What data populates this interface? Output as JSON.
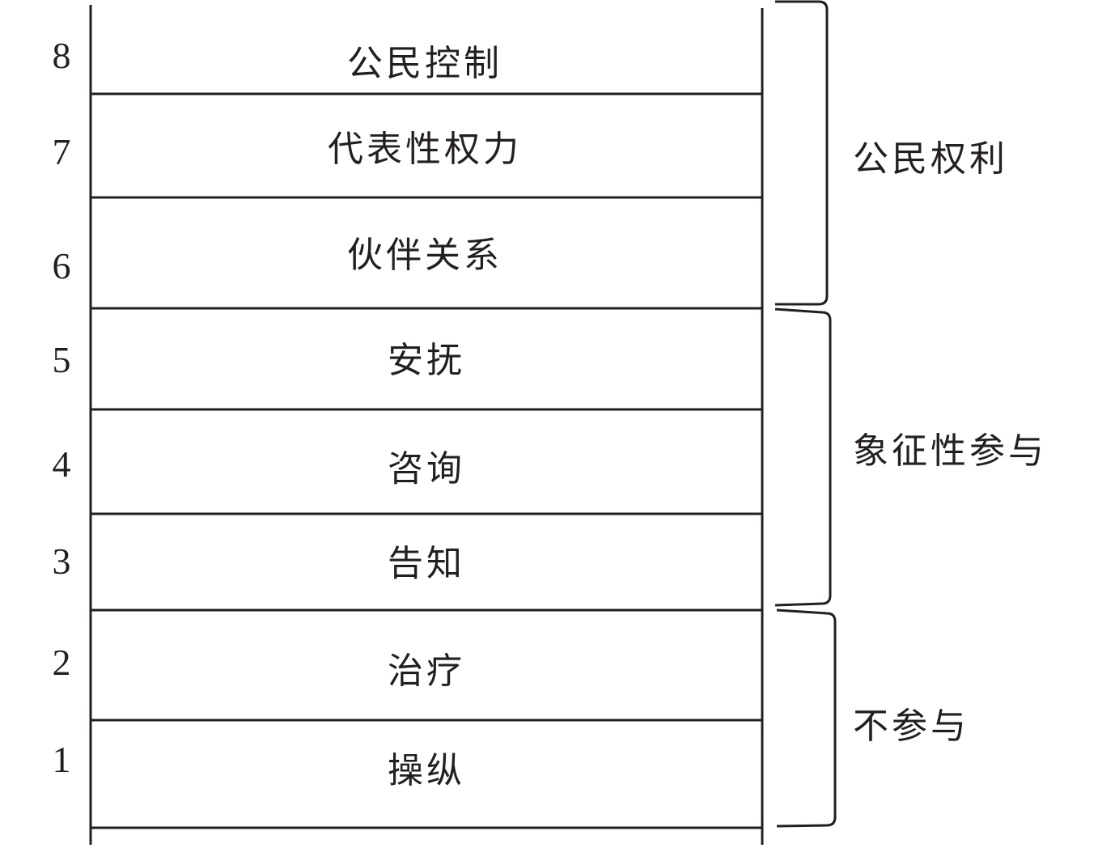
{
  "rungs": [
    {
      "number": "8",
      "label": "公民控制"
    },
    {
      "number": "7",
      "label": "代表性权力"
    },
    {
      "number": "6",
      "label": "伙伴关系"
    },
    {
      "number": "5",
      "label": "安抚"
    },
    {
      "number": "4",
      "label": "咨询"
    },
    {
      "number": "3",
      "label": "告知"
    },
    {
      "number": "2",
      "label": "治疗"
    },
    {
      "number": "1",
      "label": "操纵"
    }
  ],
  "groups": [
    {
      "label": "公民权利",
      "rungs": [
        "8",
        "7",
        "6"
      ]
    },
    {
      "label": "象征性参与",
      "rungs": [
        "5",
        "4",
        "3"
      ]
    },
    {
      "label": "不参与",
      "rungs": [
        "2",
        "1"
      ]
    }
  ],
  "colors": {
    "line": "#231f20",
    "text": "#231f20",
    "background": "#ffffff"
  }
}
